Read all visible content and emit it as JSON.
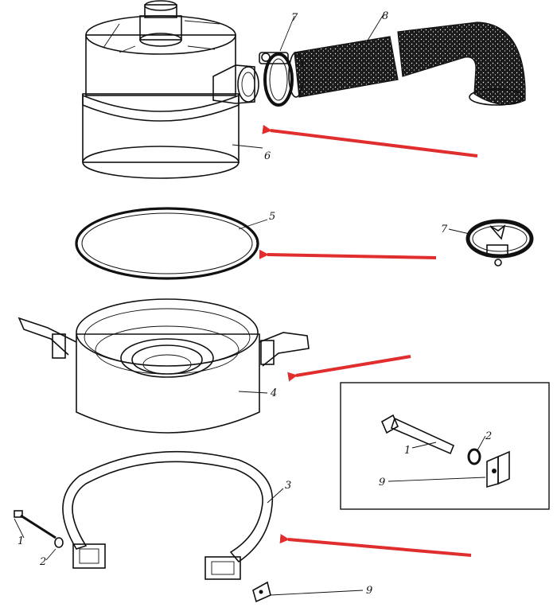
{
  "colors": {
    "ink": "#111111",
    "arrow": "#e02d2d",
    "paper": "#ffffff",
    "shade": "#2a2a2a"
  },
  "labels": {
    "filter_housing": "6",
    "clamp_top": "7",
    "hose": "8",
    "gasket_ring": "5",
    "clamp_side": "7",
    "oil_pan": "4",
    "strap": "3",
    "bolt": "1",
    "washer": "2",
    "nut_plate": "9",
    "inset_bolt": "1",
    "inset_washer": "2",
    "inset_nut_plate": "9"
  }
}
